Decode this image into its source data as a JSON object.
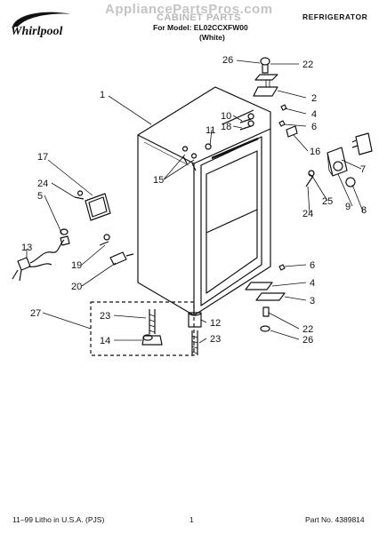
{
  "header": {
    "brand": "Whirlpool",
    "watermark": "AppliancePartsPros.com",
    "title": "CABINET PARTS",
    "model_line": "For Model: EL02CCXFW00",
    "color_line": "(White)",
    "appliance_type": "REFRIGERATOR"
  },
  "footer": {
    "left": "11–99 Litho in U.S.A. (PJS)",
    "page": "1",
    "part_number": "Part No. 4389814"
  },
  "callouts": [
    "26",
    "22",
    "2",
    "4",
    "6",
    "1",
    "10",
    "18",
    "11",
    "15",
    "16",
    "7",
    "9",
    "8",
    "25",
    "24",
    "17",
    "24",
    "5",
    "13",
    "19",
    "20",
    "6",
    "4",
    "3",
    "22",
    "26",
    "27",
    "23",
    "12",
    "14",
    "23"
  ],
  "colors": {
    "line": "#111111",
    "watermark": "#c4c4c4"
  }
}
